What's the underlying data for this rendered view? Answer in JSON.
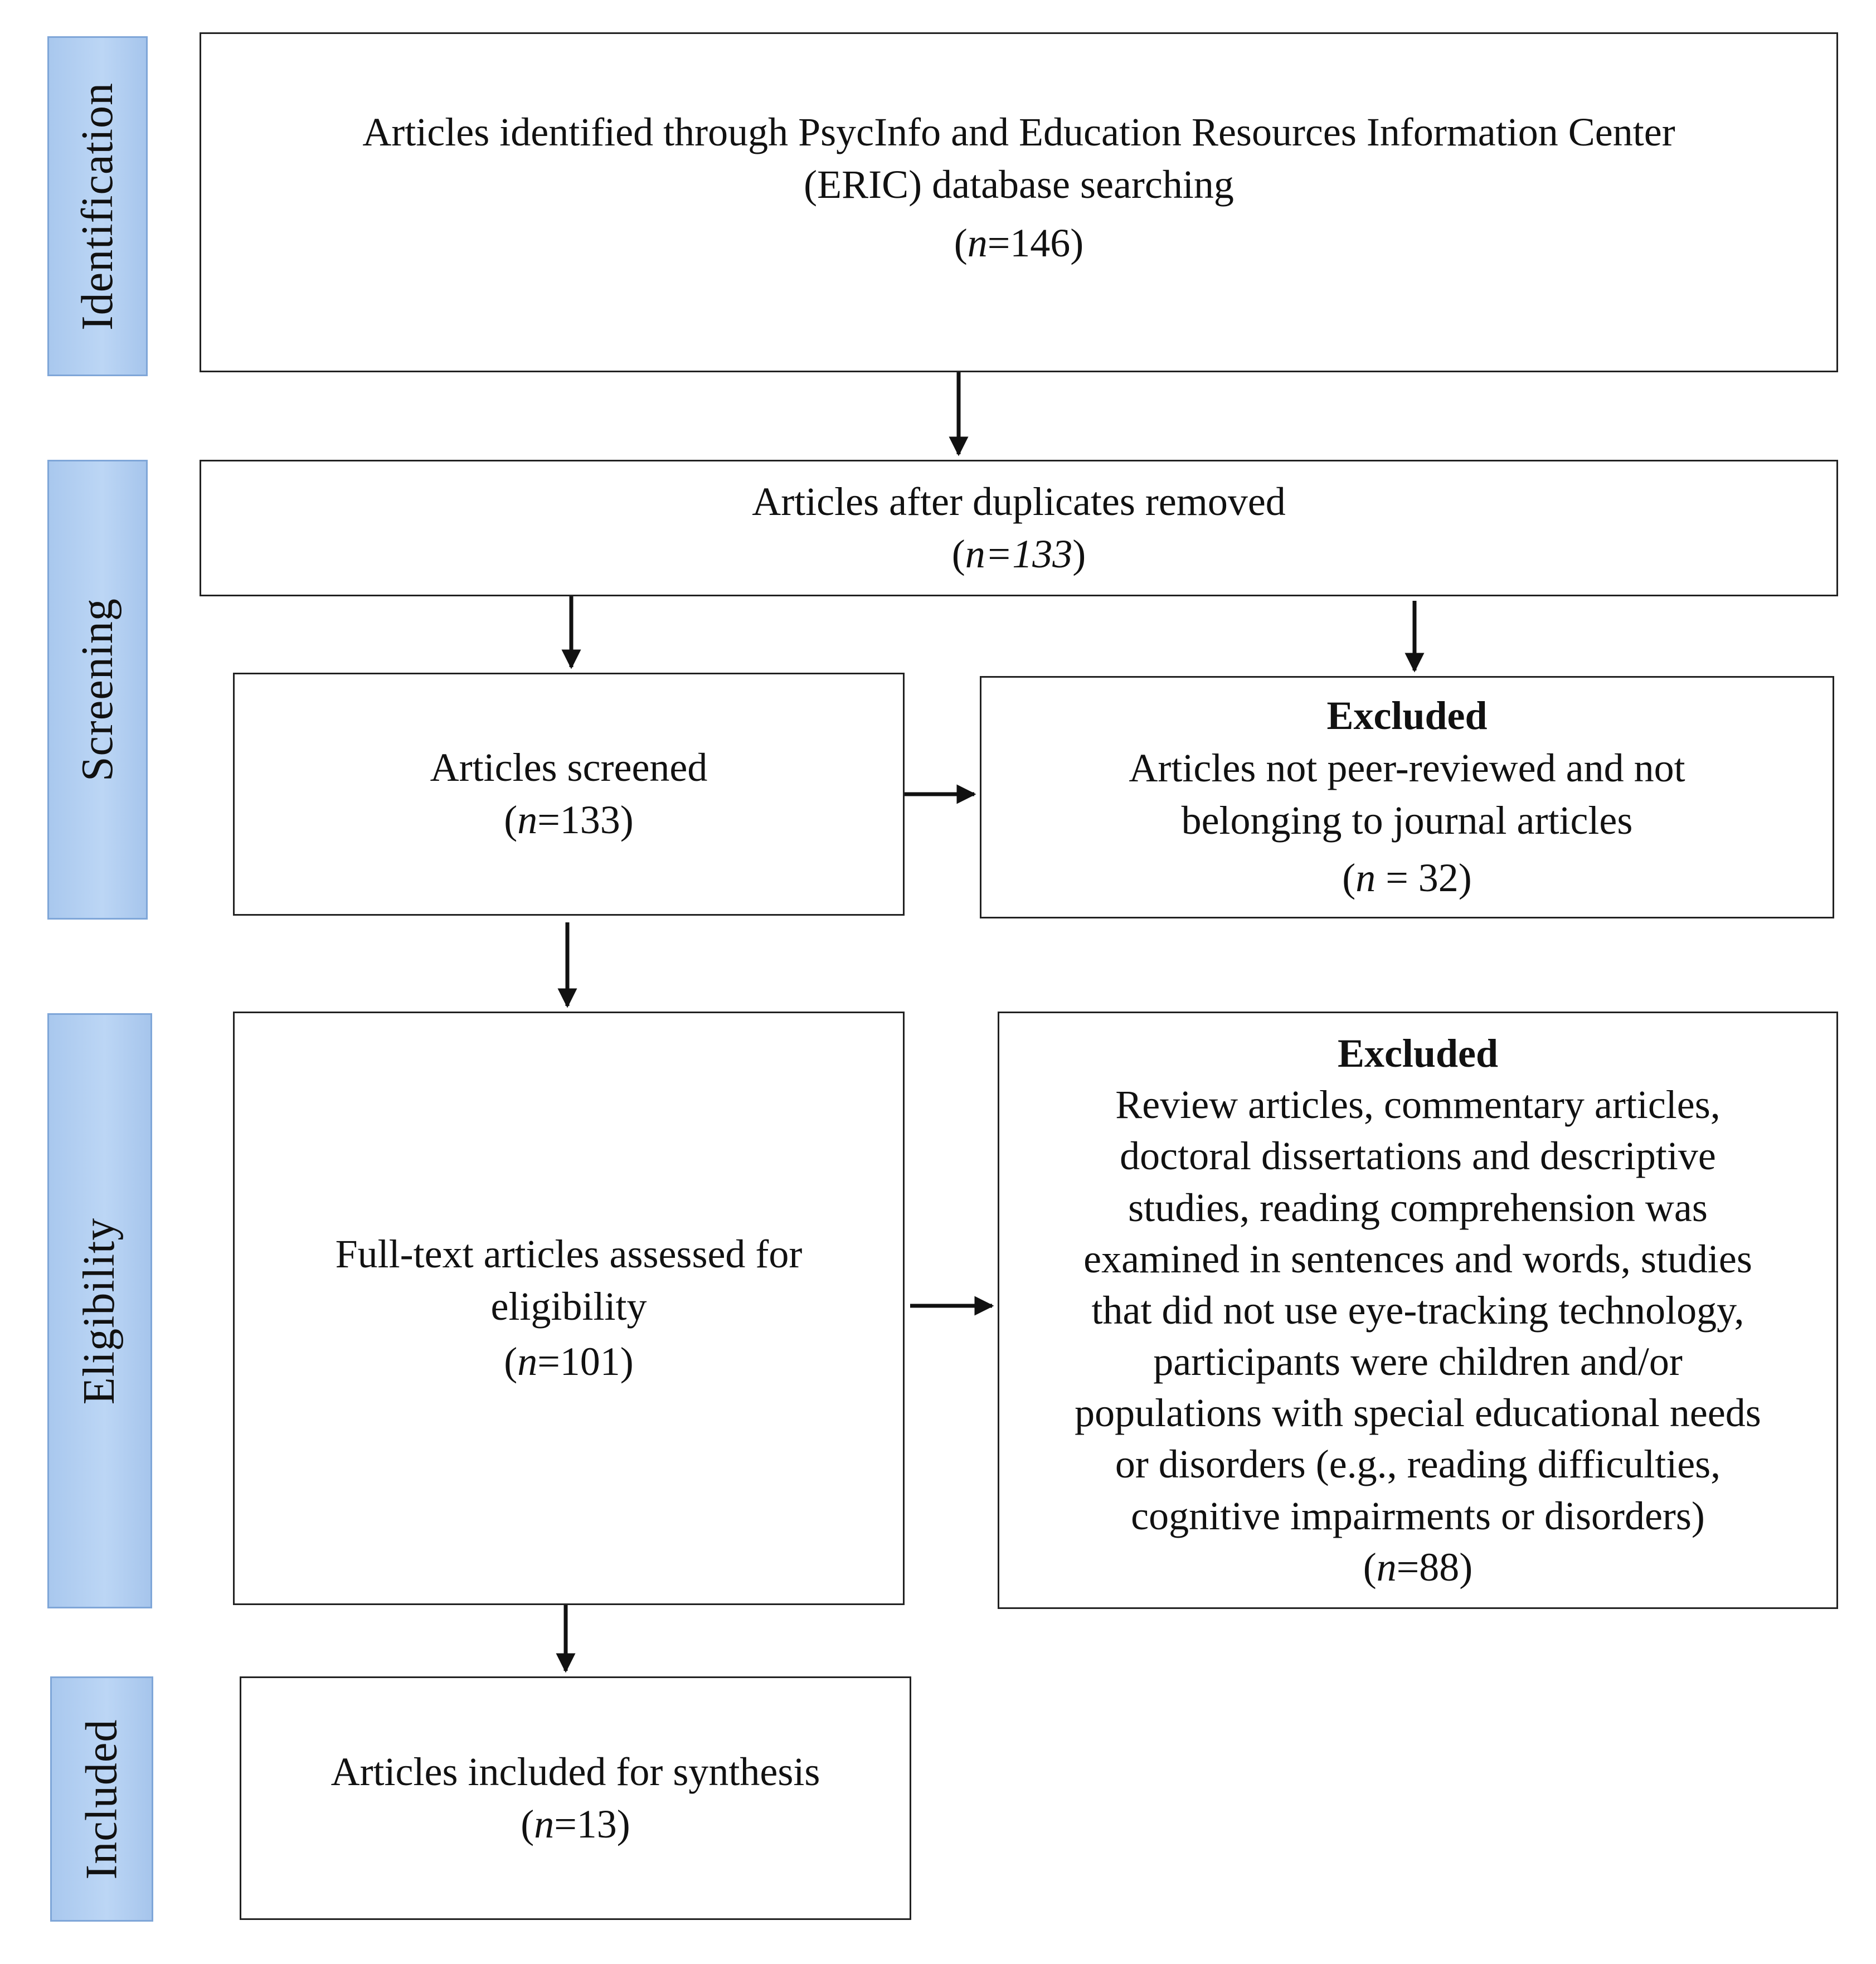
{
  "stages": {
    "identification": "Identification",
    "screening": "Screening",
    "eligibility": "Eligibility",
    "included": "Included"
  },
  "boxes": {
    "identified": {
      "line1": "Articles identified through PsycInfo and Education Resources Information Center",
      "line2": "(ERIC) database searching",
      "n_open": "(",
      "n_var": "n",
      "n_val": "=146)"
    },
    "dedup": {
      "line1": "Articles after duplicates removed",
      "n_open": "(",
      "n_var": "n=133",
      "n_val": ")"
    },
    "screened": {
      "line1": "Articles screened",
      "n_open": "(",
      "n_var": "n",
      "n_val": "=133)"
    },
    "excluded1": {
      "heading": "Excluded",
      "line1": "Articles not peer-reviewed and not",
      "line2": "belonging to journal articles",
      "n_open": "(",
      "n_var": "n",
      "n_val": " = 32)"
    },
    "fulltext": {
      "line1": "Full-text articles assessed for",
      "line2": "eligibility",
      "n_open": "(",
      "n_var": "n",
      "n_val": "=101)"
    },
    "excluded2": {
      "heading": "Excluded",
      "lines": [
        "Review articles, commentary articles,",
        "doctoral dissertations and descriptive",
        "studies, reading comprehension was",
        "examined in sentences and words, studies",
        "that did not use eye-tracking technology,",
        "participants were children and/or",
        "populations with special educational needs",
        "or disorders (e.g., reading difficulties,",
        "cognitive impairments or disorders)"
      ],
      "n_open": "(",
      "n_var": "n",
      "n_val": "=88)"
    },
    "included": {
      "line1": "Articles included for synthesis",
      "n_open": "(",
      "n_var": "n",
      "n_val": "=13)"
    }
  }
}
